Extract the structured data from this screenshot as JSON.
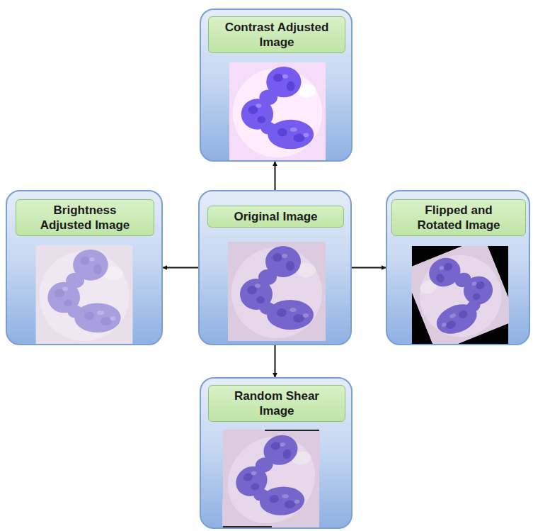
{
  "diagram": {
    "nodes": [
      {
        "text": [
          "Contrast Adjusted Image"
        ]
      },
      {
        "text": [
          "Brightness Adjusted Image"
        ]
      },
      {
        "text": [
          "Original Image"
        ]
      },
      {
        "text": [
          "Flipped and Rotated Image"
        ]
      },
      {
        "text": [
          "Random Shear Image"
        ]
      }
    ],
    "edges": [
      {
        "from": 2,
        "to": 0,
        "arrow": "to"
      },
      {
        "from": 2,
        "to": 1,
        "arrow": "to"
      },
      {
        "from": 2,
        "to": 3,
        "arrow": "to"
      },
      {
        "from": 2,
        "to": 4,
        "arrow": "to"
      }
    ]
  }
}
